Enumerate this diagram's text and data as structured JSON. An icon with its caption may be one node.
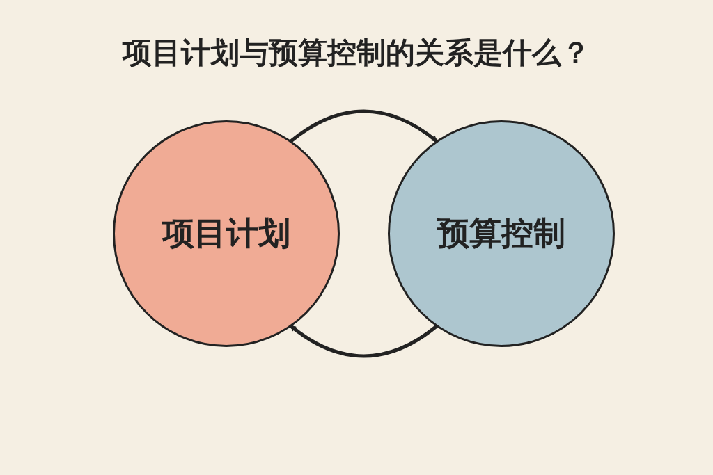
{
  "diagram": {
    "title": "项目计划与预算控制的关系是什么？",
    "nodes": [
      {
        "text": [
          "项目计划"
        ]
      },
      {
        "text": [
          "预算控制"
        ]
      }
    ],
    "edges": [
      {
        "from": 0,
        "to": 1,
        "arrow": "to"
      },
      {
        "from": 1,
        "to": 0,
        "arrow": "to"
      }
    ]
  }
}
